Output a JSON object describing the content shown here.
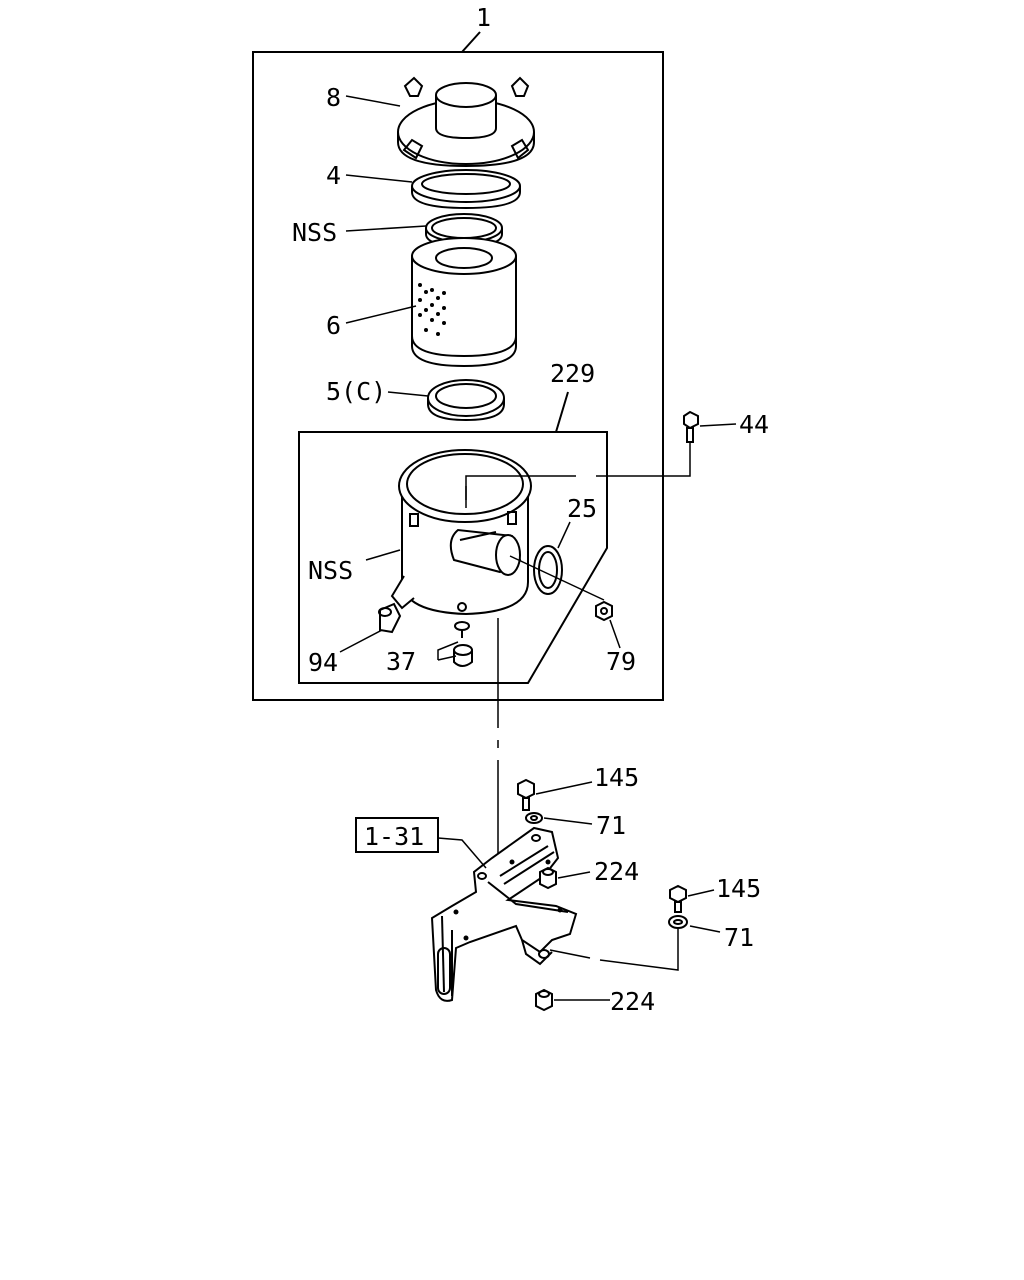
{
  "callouts": {
    "assembly_1": "1",
    "cover_8": "8",
    "gasket_4": "4",
    "ring_nss": "NSS",
    "element_6": "6",
    "seal_5c": "5(C)",
    "body_229": "229",
    "bolt_44": "44",
    "ring_25": "25",
    "body_nss": "NSS",
    "valve_94": "94",
    "clip_37": "37",
    "nut_79": "79",
    "bolt_145_a": "145",
    "washer_71_a": "71",
    "ref_1_31": "1-31",
    "nut_224_a": "224",
    "bolt_145_b": "145",
    "washer_71_b": "71",
    "nut_224_b": "224"
  }
}
